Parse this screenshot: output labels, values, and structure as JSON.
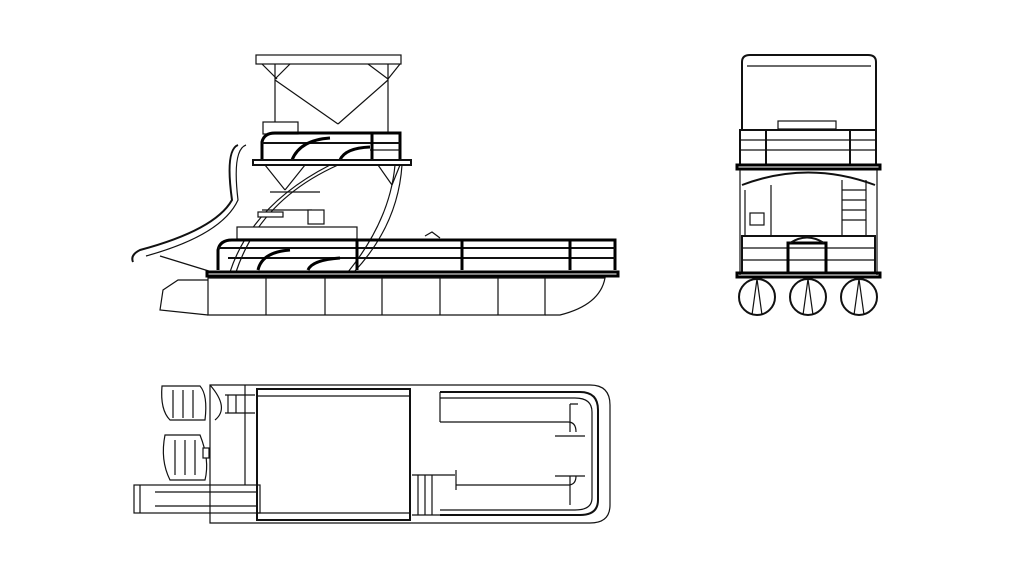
{
  "drawing": {
    "background_color": "#ffffff",
    "line_color": "#111111",
    "views": [
      "side-elevation",
      "rear-elevation",
      "plan-view"
    ]
  }
}
